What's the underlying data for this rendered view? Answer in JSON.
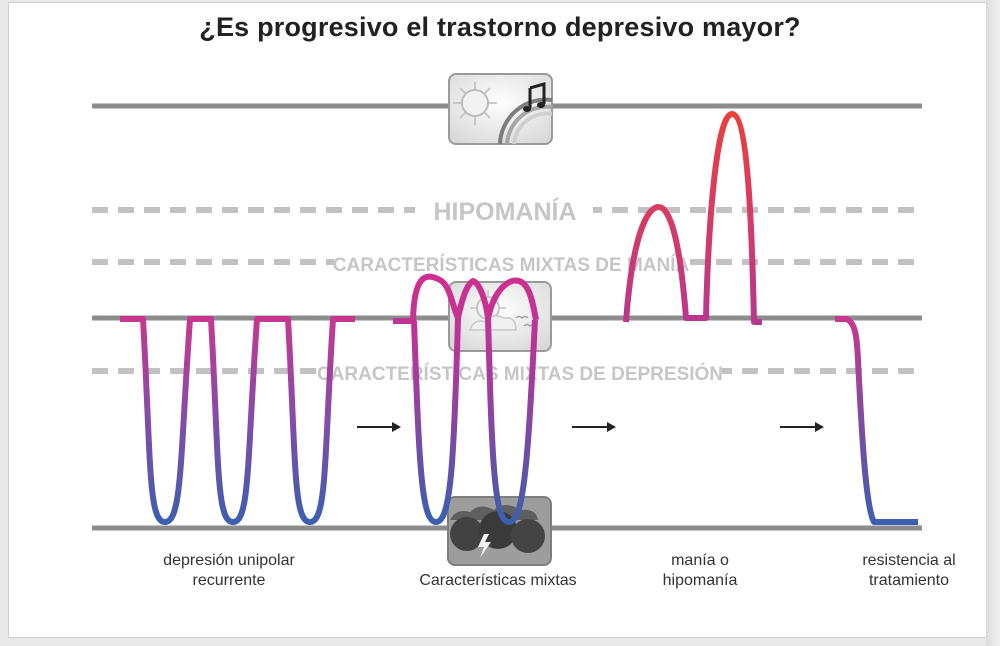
{
  "title": "¿Es progresivo el trastorno depresivo mayor?",
  "levels": {
    "hypomania": "HIPOMANÍA",
    "mixed_mania": "CARACTERÍSTICAS MIXTAS DE MANÍA",
    "mixed_depression": "CARACTERÍSTICAS MIXTAS DE DEPRESIÓN"
  },
  "captions": {
    "stage1_line1": "depresión unipolar",
    "stage1_line2": "recurrente",
    "stage2": "Características mixtas",
    "stage3_line1": "manía o",
    "stage3_line2": "hipomanía",
    "stage4_line1": "resistencia al",
    "stage4_line2": "tratamiento"
  },
  "icons": {
    "top": "sun-rainbow-music-icon",
    "middle": "sun-cloud-birds-icon",
    "bottom": "storm-cloud-icon"
  },
  "colors": {
    "line_gray": "#8c8c8c",
    "dash_gray": "#c2c2c2",
    "wave_top": "#c6388f",
    "wave_bottom": "#3c5fb0",
    "mania_red": "#e23a3a"
  }
}
